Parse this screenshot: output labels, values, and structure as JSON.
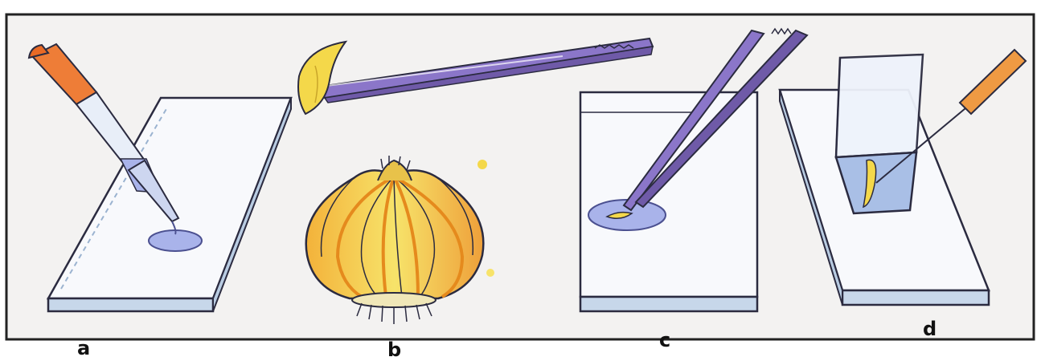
{
  "figure": {
    "panels": [
      {
        "id": "a",
        "label": "a"
      },
      {
        "id": "b",
        "label": "b"
      },
      {
        "id": "c",
        "label": "c"
      },
      {
        "id": "d",
        "label": "d"
      }
    ]
  },
  "colors": {
    "background": "#f3f2f1",
    "border": "#222222",
    "slide_fill": "#f7f8fb",
    "slide_edge": "#b9cce2",
    "slide_outline": "#2b2b40",
    "water_drop": "#a9b3ea",
    "dropper_bulb": "#ee7d37",
    "tweezers": "#8b76c9",
    "onion_skin": "#f4d84a",
    "onion_stripes": "#e58a1d",
    "needle_handle": "#ef9a43",
    "cover_glass": "#a9bfe6"
  }
}
